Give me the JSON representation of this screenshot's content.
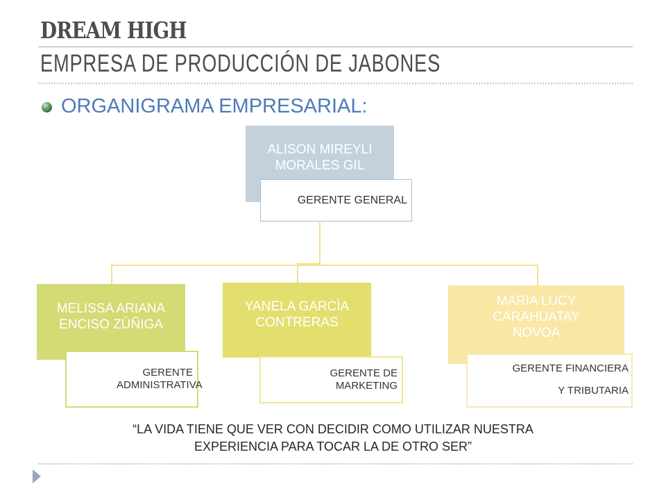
{
  "header": {
    "title": "DREAM HIGH",
    "subtitle": "EMPRESA DE PRODUCCIÓN DE JABONES"
  },
  "section": {
    "heading": "ORGANIGRAMA EMPRESARIAL:"
  },
  "org": {
    "root": {
      "name": "ALISON MIREYLI MORALES GIL",
      "role": "GERENTE GENERAL",
      "color": "#c3d1dd"
    },
    "children": [
      {
        "name": "MELISSA ARIANA ENCISO ZÙÑIGA",
        "role": "GERENTE ADMINISTRATIVA",
        "color": "#d4da74"
      },
      {
        "name": "YANELA GARCÌA CONTRERAS",
        "role": "GERENTE DE MARKETING",
        "color": "#e2df6f"
      },
      {
        "name": "MARIA LUCY CARAHUATAY NOVOA",
        "role_line1": "GERENTE FINANCIERA",
        "role_line2": "Y TRIBUTARIA",
        "color": "#f9e7a6"
      }
    ],
    "connector_color": "#f3df8f"
  },
  "quote": {
    "line1": "“LA VIDA TIENE QUE VER CON DECIDIR COMO UTILIZAR NUESTRA",
    "line2": "EXPERIENCIA PARA TOCAR LA DE OTRO SER”"
  }
}
